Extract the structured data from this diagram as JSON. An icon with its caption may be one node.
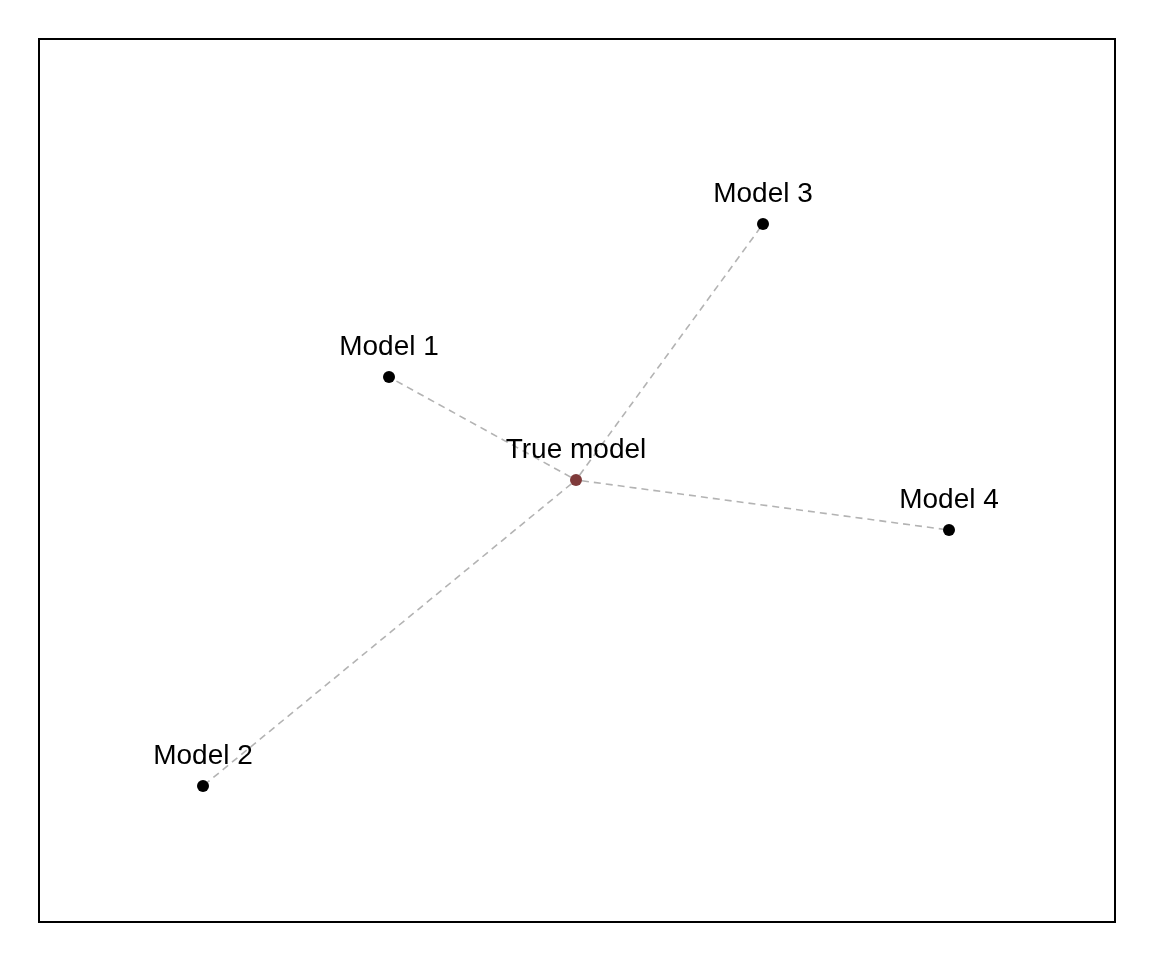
{
  "diagram": {
    "nodes": [
      {
        "text": [
          "Model 3"
        ]
      },
      {
        "text": [
          "Model 1"
        ]
      },
      {
        "text": [
          "True model"
        ]
      },
      {
        "text": [
          "Model 4"
        ]
      },
      {
        "text": [
          "Model 2"
        ]
      }
    ],
    "edges": [
      {
        "from": 2,
        "to": 1,
        "arrow": "none",
        "style": "dashed"
      },
      {
        "from": 2,
        "to": 0,
        "arrow": "none",
        "style": "dashed"
      },
      {
        "from": 2,
        "to": 3,
        "arrow": "none",
        "style": "dashed"
      },
      {
        "from": 2,
        "to": 4,
        "arrow": "none",
        "style": "dashed"
      }
    ]
  }
}
